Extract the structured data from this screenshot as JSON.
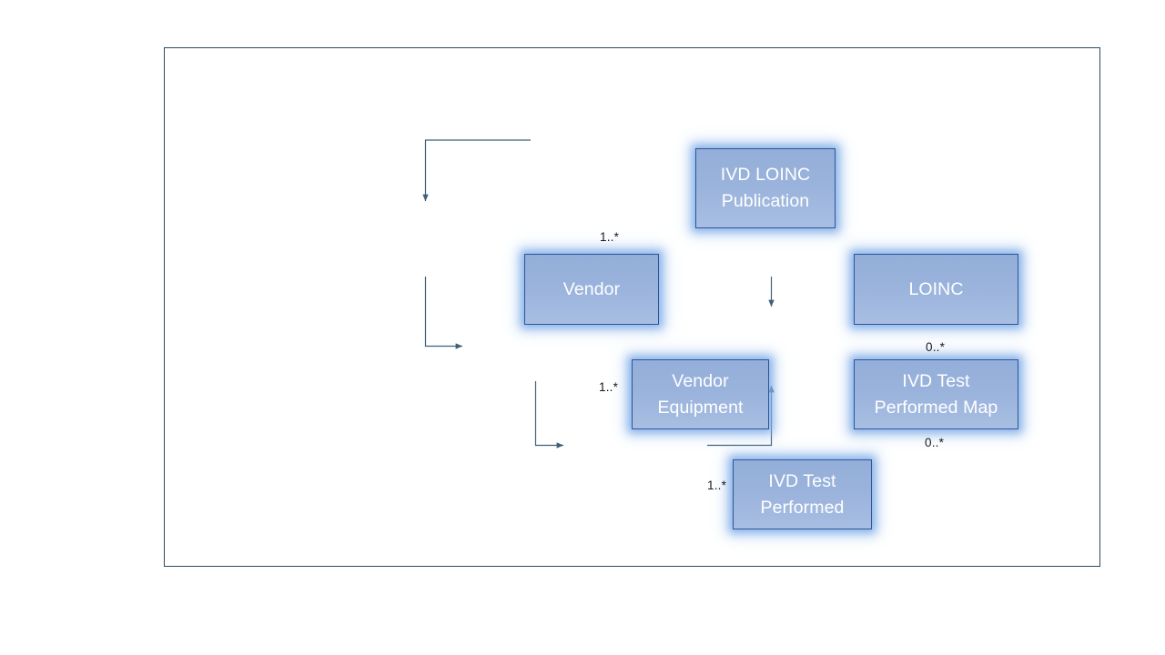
{
  "diagram": {
    "type": "entity-relationship",
    "nodes": [
      {
        "id": "ivd-loinc-publication",
        "label": "IVD LOINC\nPublication"
      },
      {
        "id": "vendor",
        "label": "Vendor"
      },
      {
        "id": "loinc",
        "label": "LOINC"
      },
      {
        "id": "vendor-equipment",
        "label": "Vendor\nEquipment"
      },
      {
        "id": "ivd-test-performed-map",
        "label": "IVD Test\nPerformed Map"
      },
      {
        "id": "ivd-test-performed",
        "label": "IVD Test\nPerformed"
      }
    ],
    "edges": [
      {
        "id": "pub-vendor",
        "from": "ivd-loinc-publication",
        "to": "vendor",
        "multiplicity": "1..*"
      },
      {
        "id": "vendor-equipment",
        "from": "vendor",
        "to": "vendor-equipment",
        "multiplicity": "1..*"
      },
      {
        "id": "equipment-test",
        "from": "vendor-equipment",
        "to": "ivd-test-performed",
        "multiplicity": "1..*"
      },
      {
        "id": "loinc-map",
        "from": "loinc",
        "to": "ivd-test-performed-map",
        "multiplicity": "0..*"
      },
      {
        "id": "test-map",
        "from": "ivd-test-performed",
        "to": "ivd-test-performed-map",
        "multiplicity": "0..*"
      }
    ],
    "colors": {
      "node_fill": "#9ab3dc",
      "node_border": "#2f5496",
      "node_glow": "#7daae8",
      "node_text": "#ffffff",
      "connector": "#3f6079",
      "frame_border": "#2e4a5c",
      "background": "#ffffff",
      "label_text": "#1a1a1a"
    }
  }
}
